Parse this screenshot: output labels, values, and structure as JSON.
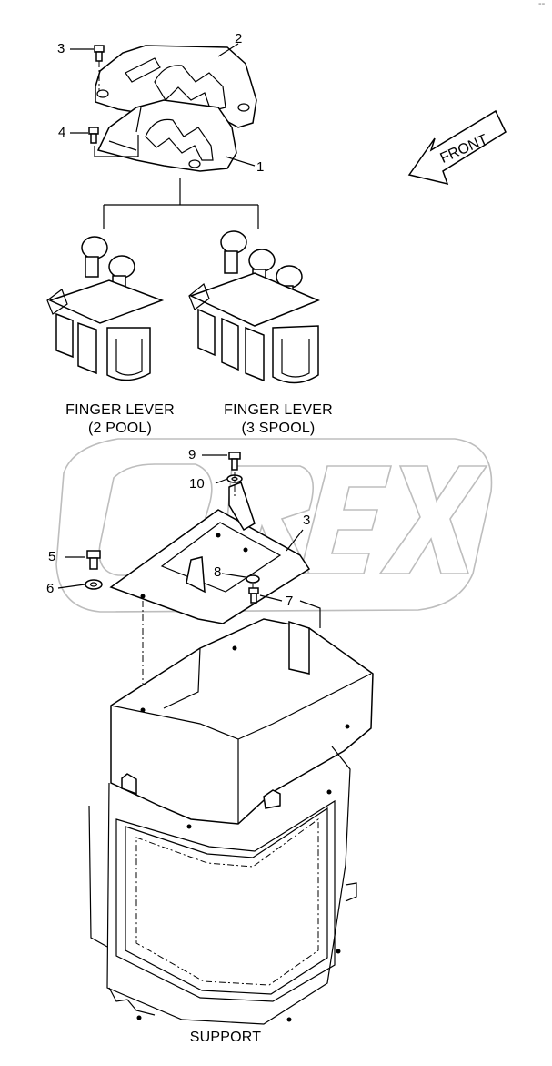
{
  "labels": {
    "finger_lever_2": [
      "FINGER LEVER",
      "(2 POOL)"
    ],
    "finger_lever_3": [
      "FINGER LEVER",
      "(3 SPOOL)"
    ],
    "support": "SUPPORT",
    "front_arrow": "FRONT",
    "watermark": "OREX",
    "corner_mark": "--"
  },
  "callouts_upper": [
    "3",
    "2",
    "4",
    "1"
  ],
  "callouts_lower": [
    "9",
    "10",
    "3",
    "5",
    "8",
    "6",
    "7"
  ]
}
